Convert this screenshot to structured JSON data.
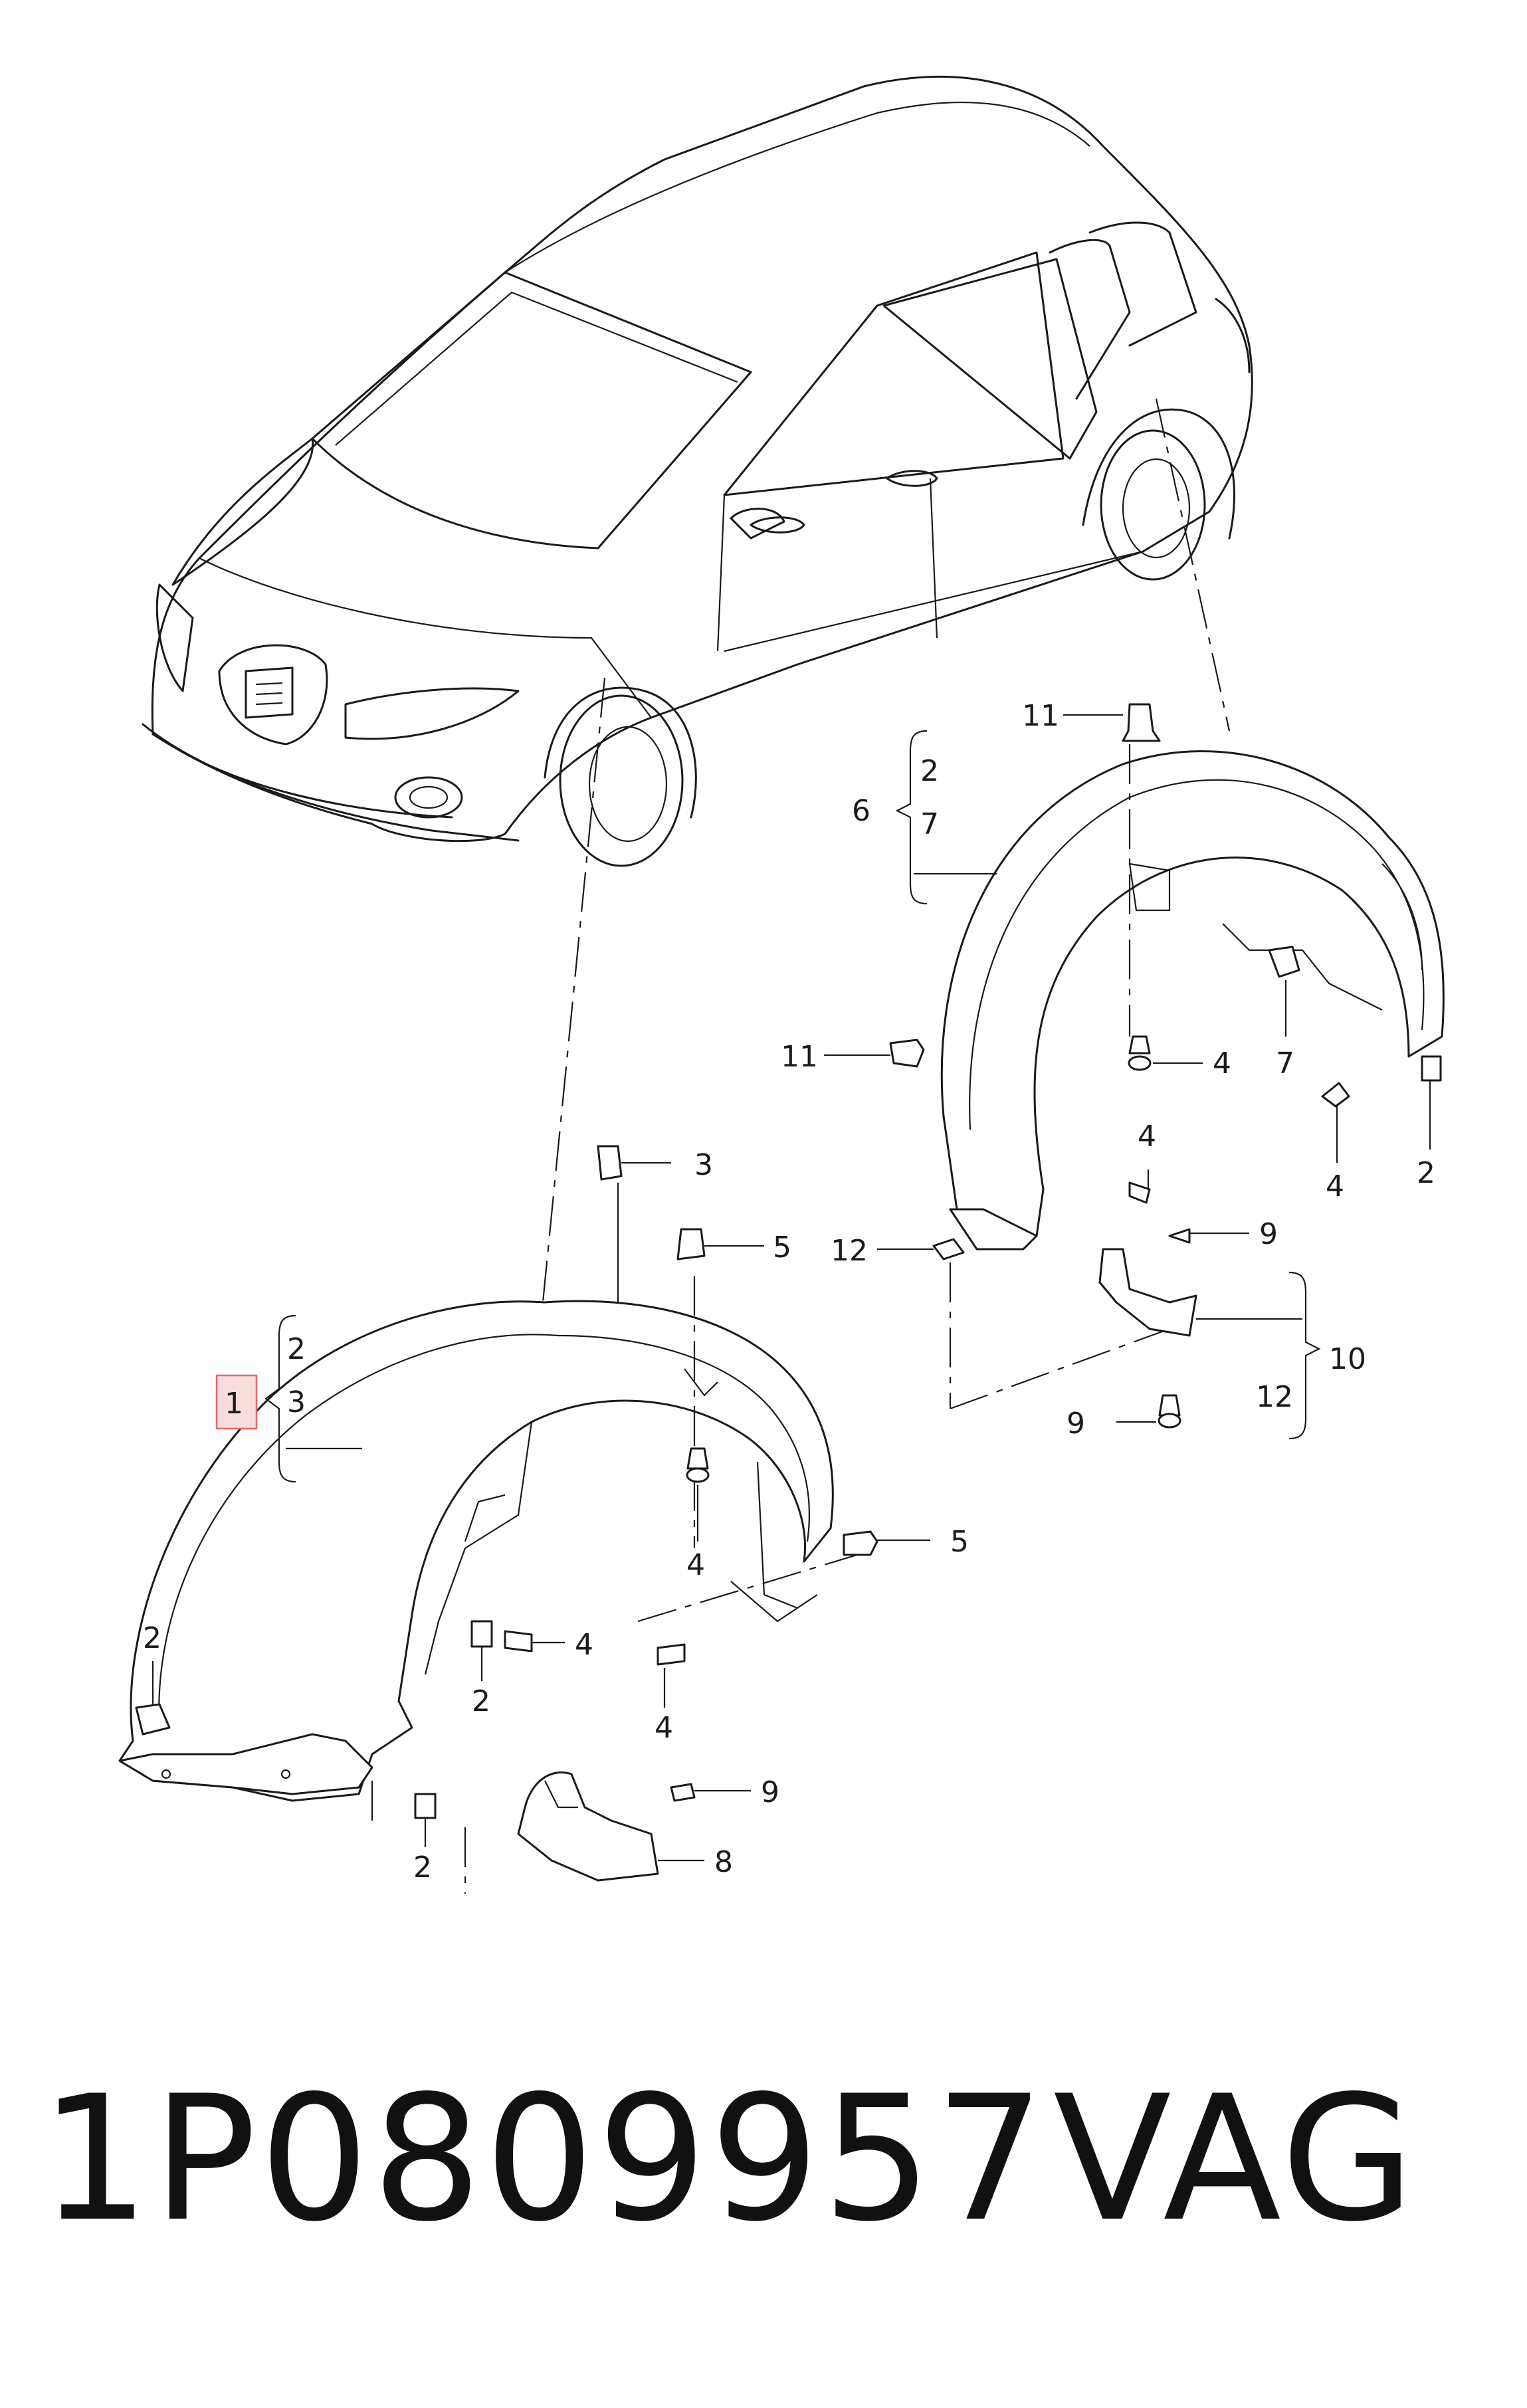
{
  "callouts": {
    "c1": "1",
    "c1_2": "2",
    "c1_3": "3",
    "c6": "6",
    "c6_2": "2",
    "c6_7": "7",
    "c11a": "11",
    "c11b": "11",
    "c4a": "4",
    "c4b": "4",
    "c4c": "4",
    "c4d": "4",
    "c4e": "4",
    "c4f": "4",
    "c7": "7",
    "c2a": "2",
    "c2b": "2",
    "c2c": "2",
    "c2d": "2",
    "c3": "3",
    "c5a": "5",
    "c5b": "5",
    "c12a": "12",
    "c12b": "12",
    "c10": "10",
    "c9a": "9",
    "c9b": "9",
    "c9c": "9",
    "c8": "8"
  },
  "caption": {
    "part_number": "1P0809957",
    "brand": "VAG"
  },
  "colors": {
    "line": "#1a1a1a",
    "highlight_fill": "#f9dcdc",
    "highlight_border": "#e06a6a"
  }
}
